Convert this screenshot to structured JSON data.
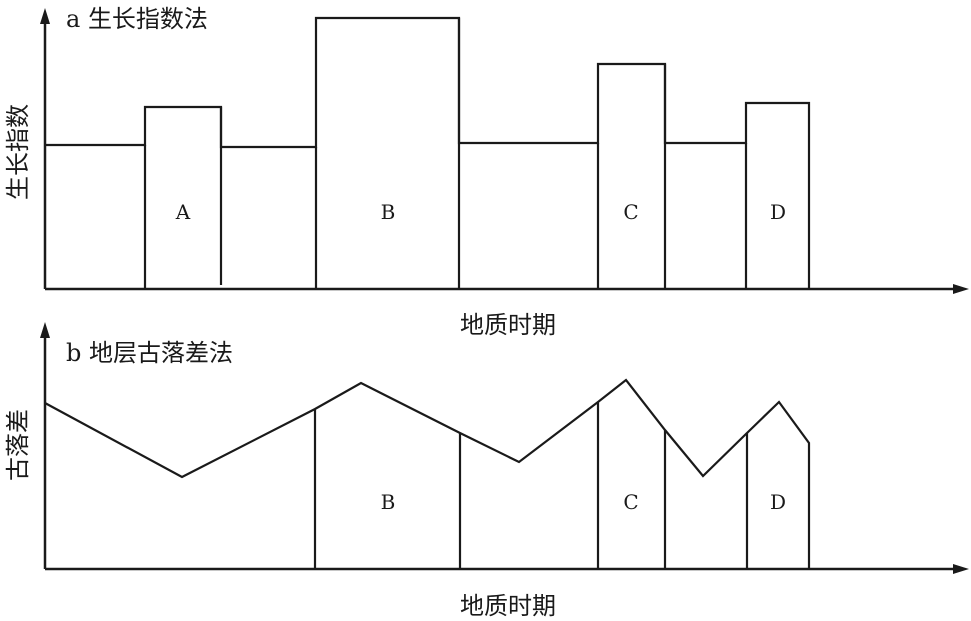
{
  "panel_a": {
    "title": "a 生长指数法",
    "y_axis_label": "生长指数",
    "x_axis_label": "地质时期",
    "region_labels": [
      "A",
      "B",
      "C",
      "D"
    ]
  },
  "panel_b": {
    "title": "b 地层古落差法",
    "y_axis_label": "古落差",
    "x_axis_label": "地质时期",
    "region_labels": [
      "B",
      "C",
      "D"
    ]
  },
  "colors": {
    "line": "#1a1a1a",
    "background": "#ffffff"
  }
}
